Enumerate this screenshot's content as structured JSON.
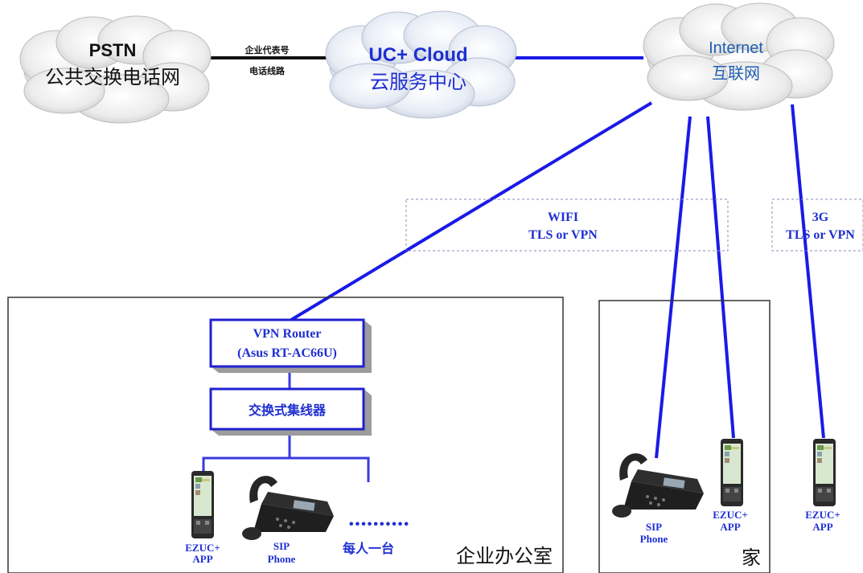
{
  "clouds": {
    "pstn": {
      "line1": "PSTN",
      "line2": "公共交换电话网"
    },
    "uc_cloud": {
      "line1": "UC+ Cloud",
      "line2": "云服务中心"
    },
    "internet": {
      "line1": "Internet",
      "line2": "互联网"
    }
  },
  "trunk_label": {
    "line1": "企业代表号",
    "line2": "电话线路"
  },
  "connections": {
    "wifi": {
      "line1": "WIFI",
      "line2": "TLS or VPN"
    },
    "mobile_3g": {
      "line1": "3G",
      "line2": "TLS or VPN"
    }
  },
  "office": {
    "title": "企业办公室",
    "router": {
      "line1": "VPN Router",
      "line2": "(Asus RT-AC66U)"
    },
    "switch": "交换式集线器",
    "app": {
      "line1": "EZUC+",
      "line2": "APP"
    },
    "sip_phone": {
      "line1": "SIP",
      "line2": "Phone"
    },
    "dots": "••••••••••",
    "each_person": "每人一台"
  },
  "home": {
    "title": "家",
    "sip_phone": {
      "line1": "SIP",
      "line2": "Phone"
    },
    "app": {
      "line1": "EZUC+",
      "line2": "APP"
    }
  },
  "mobile": {
    "app": {
      "line1": "EZUC+",
      "line2": "APP"
    }
  },
  "colors": {
    "link_blue": "#1a1ae6",
    "label_blue": "#1f2fd0",
    "internet_blue": "#2060b0",
    "cloud_fill": "#e8e8e8",
    "uc_cloud_fill": "#e6ebf4"
  }
}
